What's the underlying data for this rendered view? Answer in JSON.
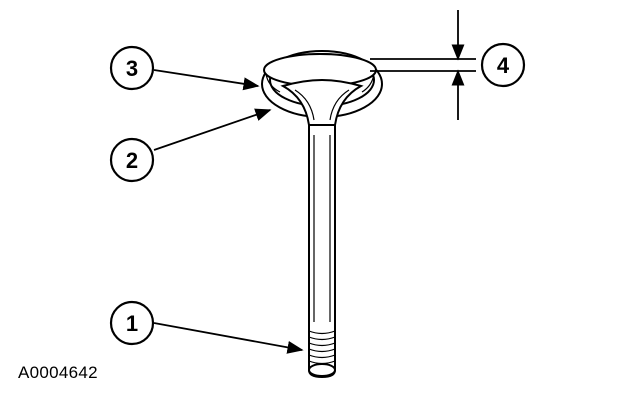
{
  "callouts": [
    {
      "number": "1"
    },
    {
      "number": "2"
    },
    {
      "number": "3"
    },
    {
      "number": "4"
    }
  ],
  "figure_id": "A0004642"
}
